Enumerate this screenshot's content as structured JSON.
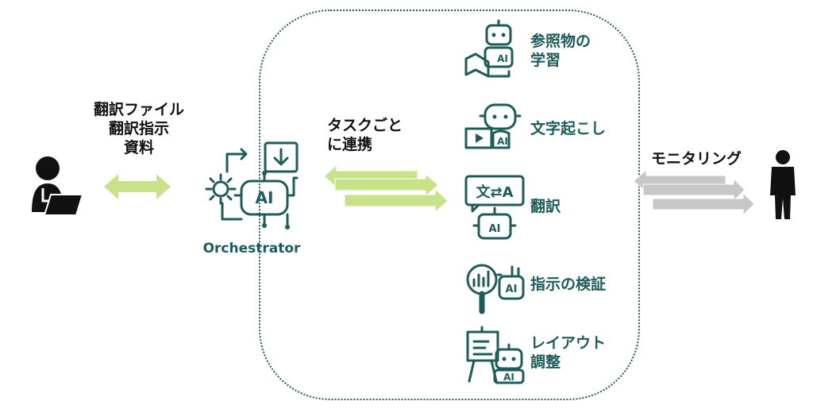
{
  "left_label": {
    "lines": [
      "翻訳ファイル",
      "翻訳指示",
      "資料"
    ]
  },
  "orchestrator": {
    "label": "Orchestrator",
    "ai_badge": "AI"
  },
  "middle_label": {
    "lines": [
      "タスクごと",
      "に連携"
    ]
  },
  "right_label": {
    "text": "モニタリング"
  },
  "agents": [
    {
      "label_lines": [
        "参照物の",
        "学習"
      ],
      "icon": "robot-book-icon",
      "badge": "AI"
    },
    {
      "label_lines": [
        "文字起こし"
      ],
      "icon": "robot-video-icon",
      "badge": "AI"
    },
    {
      "label_lines": [
        "翻訳"
      ],
      "icon": "translate-robot-icon",
      "badge": "AI",
      "glyph": "文⇄A"
    },
    {
      "label_lines": [
        "指示の検証"
      ],
      "icon": "magnifier-chart-icon",
      "badge": "AI"
    },
    {
      "label_lines": [
        "レイアウト",
        "調整"
      ],
      "icon": "easel-robot-icon",
      "badge": "AI"
    }
  ],
  "colors": {
    "teal": "#1e5b5b",
    "green_arrow": "#c8e28a",
    "gray_arrow": "#c7c7c7",
    "dark": "#111111",
    "dotted_border": "#2a5c5c"
  }
}
